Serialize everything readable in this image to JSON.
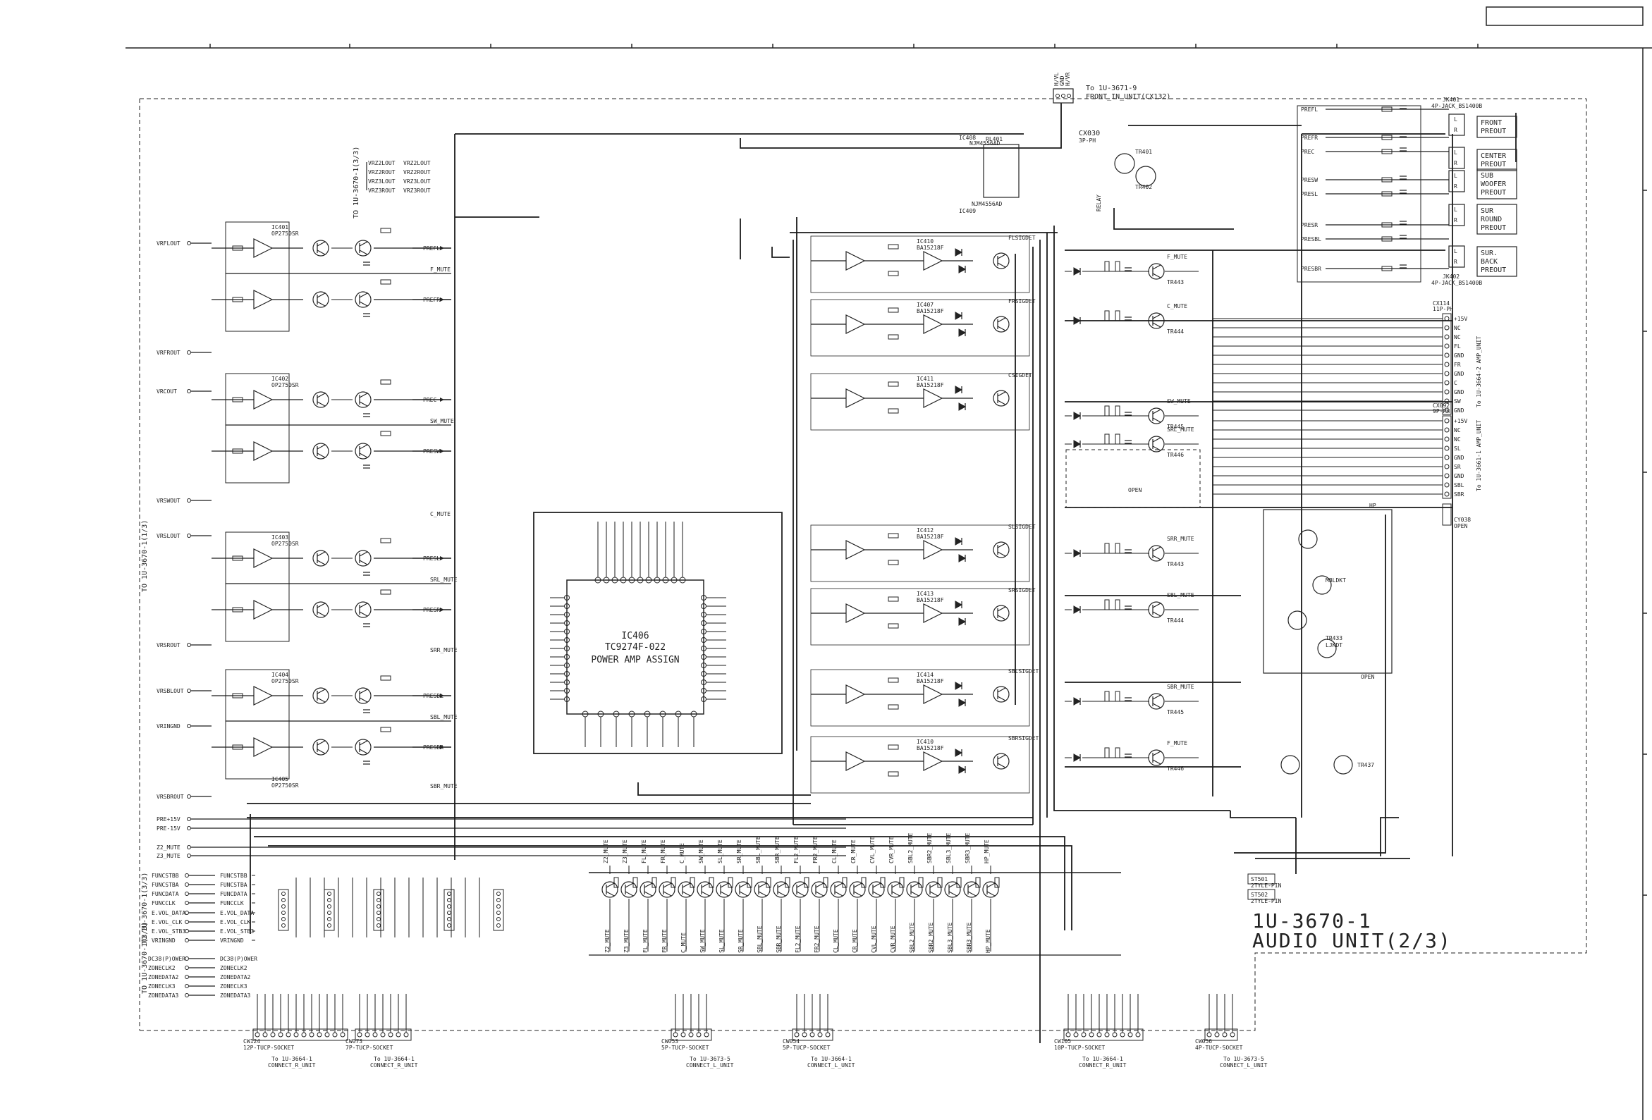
{
  "title_block": {
    "model": "1U-3670-1",
    "name": "AUDIO UNIT(2/3)"
  },
  "top_connector": {
    "label_to": "To 1U-3671-9",
    "label_unit": "FRONT_IN_UNIT(CX132)",
    "ref": "CX030",
    "type": "3P-PH",
    "pins": [
      "H/VL",
      "GND",
      "H/VR"
    ]
  },
  "ic406": {
    "ref": "IC406",
    "part": "TC9274F-022",
    "function": "POWER AMP ASSIGN"
  },
  "left_vertical_labels": [
    "TO 1U-3670-1(3/3)",
    "TO 1U-3670-1(1/3)",
    "TO 1U-3670-1(3/3)"
  ],
  "left_inputs": [
    "VRFLOUT",
    "VRFROUT",
    "VRCOUT",
    "VRSWOUT",
    "VRSLOUT",
    "VRSROUT",
    "VRSBLOUT",
    "VRINGND",
    "VRSBROUT",
    "PRE+15V",
    "PRE-15V",
    "Z2_MUTE",
    "Z3_MUTE"
  ],
  "ctrl_inputs": [
    "FUNCSTBB",
    "FUNCSTBA",
    "FUNCDATA",
    "FUNCCLK",
    "E.VOL_DATA",
    "E.VOL_CLK",
    "E.VOL_STB3",
    "VRINGND"
  ],
  "ctrl_labels": [
    "FUNCSTBB",
    "FUNCSTBA",
    "FUNCDATA",
    "FUNCCLK",
    "E.VOL_DATA",
    "E.VOL_CLK",
    "E.VOL_STB3",
    "VRINGND"
  ],
  "zone_inputs": [
    "DC38(P)OWER",
    "ZONECLK2",
    "ZONEDATA2",
    "ZONECLK3",
    "ZONEDATA3"
  ],
  "zone_labels": [
    "DC38(P)OWER",
    "ZONECLK2",
    "ZONEDATA2",
    "ZONECLK3",
    "ZONEDATA3"
  ],
  "vr2_outputs": [
    "VRZ2LOUT",
    "VRZ2ROUT",
    "VRZ3LOUT",
    "VRZ3ROUT"
  ],
  "vr2_vertical_label": "TO 1U-3670-1(3/3)",
  "opamps": [
    {
      "ref": "IC401",
      "part": "OP2750SR"
    },
    {
      "ref": "IC402",
      "part": "OP2750SR"
    },
    {
      "ref": "IC403",
      "part": "OP2750SR"
    },
    {
      "ref": "IC404",
      "part": "OP2750SR"
    },
    {
      "ref": "IC405",
      "part": "OP2750SR"
    }
  ],
  "pre_outputs": [
    "PREFL",
    "PREFR",
    "PREC",
    "PRESW",
    "PRESL",
    "PRESR",
    "PRESBL",
    "PRESBR"
  ],
  "mute_labels": [
    "F_MUTE",
    "C_MUTE",
    "SW_MUTE",
    "SRL_MUTE",
    "SRR_MUTE",
    "SBL_MUTE",
    "SBR_MUTE"
  ],
  "det_labels": [
    "FLSIGDET",
    "FRSIGDET",
    "CSIGDET",
    "SLSIGDET",
    "SRSIGDET",
    "SBLSIGDET",
    "SBRSIGDET"
  ],
  "ic_labels": [
    "IC410",
    "IC407",
    "IC411",
    "IC412",
    "IC413",
    "IC414",
    "IC408",
    "IC409"
  ],
  "ic_parts": [
    "BA15218F",
    "BA15218F",
    "BA15218F",
    "BA15218F",
    "BA15218F",
    "BA15218F",
    "NJM4556AD",
    "NJM4556AD"
  ],
  "relay": {
    "ref": "RL401",
    "type": "RELAY"
  },
  "right_jacks": [
    {
      "ref": "JK401",
      "type": "4P-JACK_BS1400B",
      "lines": [
        "FRONT",
        "PREOUT"
      ]
    },
    {
      "ref": "",
      "type": "",
      "lines": [
        "CENTER",
        "PREOUT"
      ]
    },
    {
      "ref": "",
      "type": "",
      "lines": [
        "SUB",
        "WOOFER",
        "PREOUT"
      ]
    },
    {
      "ref": "",
      "type": "",
      "lines": [
        "SUR",
        "ROUND",
        "PREOUT"
      ]
    },
    {
      "ref": "JK402",
      "type": "4P-JACK_BS1400B",
      "lines": [
        "SUR.",
        "BACK",
        "PREOUT"
      ]
    }
  ],
  "jack_inputs": [
    "PREFL",
    "PREFR",
    "PREC",
    "PRESW",
    "PRESL",
    "PRESR",
    "PRESBL",
    "PRESBR"
  ],
  "cx114": {
    "ref": "CX114",
    "type": "11P-PH",
    "vertical_label": "To 1U-3664-2 AMP_UNIT",
    "pins": [
      "+15V",
      "NC",
      "NC",
      "FL",
      "GND",
      "FR",
      "GND",
      "C",
      "GND",
      "SW",
      "GND"
    ]
  },
  "cx092": {
    "ref": "CX092",
    "type": "9P-PH",
    "vertical_label": "To 1U-3661-1 AMP_UNIT",
    "pins": [
      "+15V",
      "NC",
      "NC",
      "SL",
      "GND",
      "SR",
      "GND",
      "SBL",
      "SBR"
    ]
  },
  "cy038": {
    "ref": "CY038",
    "type": "OPEN"
  },
  "mid_texts": [
    "HP",
    "OPEN",
    "OPEN",
    "MBLDKT",
    "LJKDT",
    "OPEN"
  ],
  "transistors": [
    "TR401",
    "TR402",
    "TR433",
    "TR437",
    "TR443",
    "TR444",
    "TR445",
    "TR446"
  ],
  "switch_labels": [
    "ST501",
    "ST502"
  ],
  "switch_descs": [
    "2TYLE-PIN",
    "2TYLE-PIN"
  ],
  "bottom_vertical_labels": [
    "TO 1U-3670-1(1/3)"
  ],
  "bottom_connectors": [
    {
      "ref": "CW124",
      "type": "12P-TUCP-SOCKET",
      "to": "To 1U-3664-1",
      "unit": "CONNECT_R_UNIT"
    },
    {
      "ref": "CW073",
      "type": "7P-TUCP-SOCKET",
      "to": "To 1U-3664-1",
      "unit": "CONNECT_R_UNIT"
    },
    {
      "ref": "CW053",
      "type": "5P-TUCP-SOCKET",
      "to": "To 1U-3673-5",
      "unit": "CONNECT_L_UNIT"
    },
    {
      "ref": "CW054",
      "type": "5P-TUCP-SOCKET",
      "to": "To 1U-3664-1",
      "unit": "CONNECT_L_UNIT"
    },
    {
      "ref": "CW105",
      "type": "10P-TUCP-SOCKET",
      "to": "To 1U-3664-1",
      "unit": "CONNECT_R_UNIT"
    },
    {
      "ref": "CW056",
      "type": "4P-TUCP-SOCKET",
      "to": "To 1U-3673-5",
      "unit": "CONNECT_L_UNIT"
    }
  ],
  "mute_bus_labels": [
    "Z2_MUTE",
    "Z3_MUTE",
    "FL_MUTE",
    "FR_MUTE",
    "C_MUTE",
    "SW_MUTE",
    "SL_MUTE",
    "SR_MUTE",
    "SBL_MUTE",
    "SBR_MUTE",
    "FL2_MUTE",
    "FR2_MUTE",
    "CL_MUTE",
    "CR_MUTE",
    "CVL_MUTE",
    "CVR_MUTE",
    "SBL2_MUTE",
    "SBR2_MUTE",
    "SBL3_MUTE",
    "SBR3_MUTE",
    "HP_MUTE"
  ],
  "colors": {
    "ink": "#222222",
    "paper": "#ffffff",
    "trace": "#1a1a1a"
  }
}
